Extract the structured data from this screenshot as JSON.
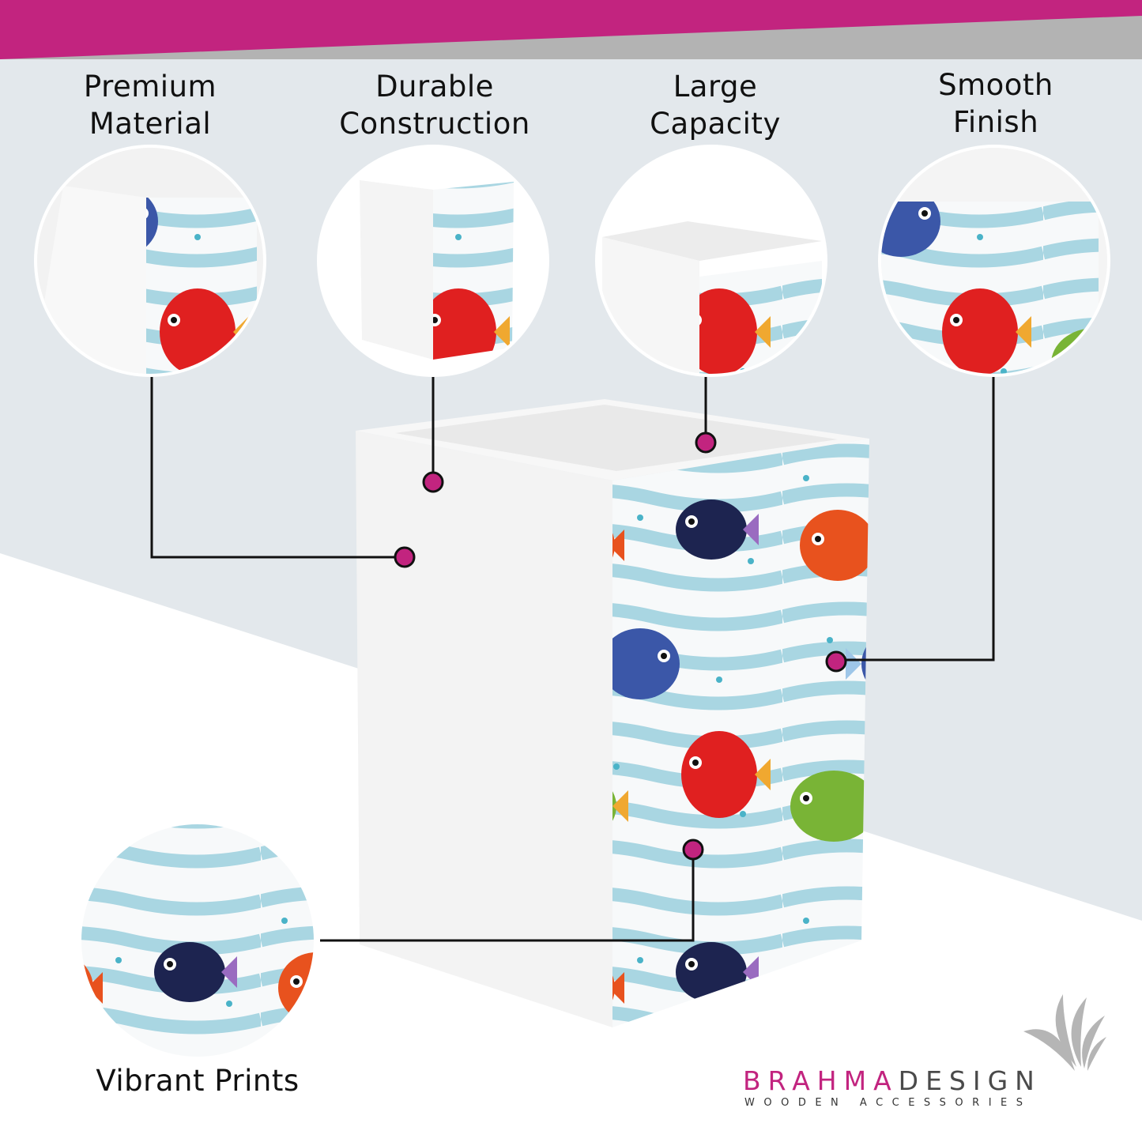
{
  "features": [
    {
      "title_line1": "Premium",
      "title_line2": "Material"
    },
    {
      "title_line1": "Durable",
      "title_line2": "Construction"
    },
    {
      "title_line1": "Large",
      "title_line2": "Capacity"
    },
    {
      "title_line1": "Smooth",
      "title_line2": "Finish"
    }
  ],
  "bottom_feature": {
    "title": "Vibrant Prints"
  },
  "brand": {
    "name_part1": "BRAHMA",
    "name_part2": "DESIGN",
    "tagline": "WOODEN ACCESSORIES"
  },
  "colors": {
    "accent": "#c2247f",
    "background": "#e3e8ec",
    "stripe": "#a9d6e2",
    "band_gray": "#b3b3b3"
  }
}
